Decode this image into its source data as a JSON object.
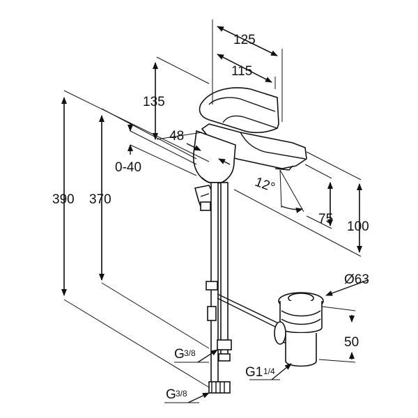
{
  "dimensions": {
    "top_width": "125",
    "spout_reach": "115",
    "lever_height": "135",
    "spout_offset": "48",
    "pop_up_range": "0-40",
    "total_height": "390",
    "supply_length": "370",
    "spout_angle": "12°",
    "spout_height": "75",
    "outlet_height": "100",
    "drain_diameter": "Ø63",
    "drain_depth": "50",
    "supply_thread_1_main": "G",
    "supply_thread_1_sub": "3/8",
    "supply_thread_2_main": "G",
    "supply_thread_2_sub": "3/8",
    "drain_thread_main": "G1",
    "drain_thread_sub": "1/4"
  }
}
